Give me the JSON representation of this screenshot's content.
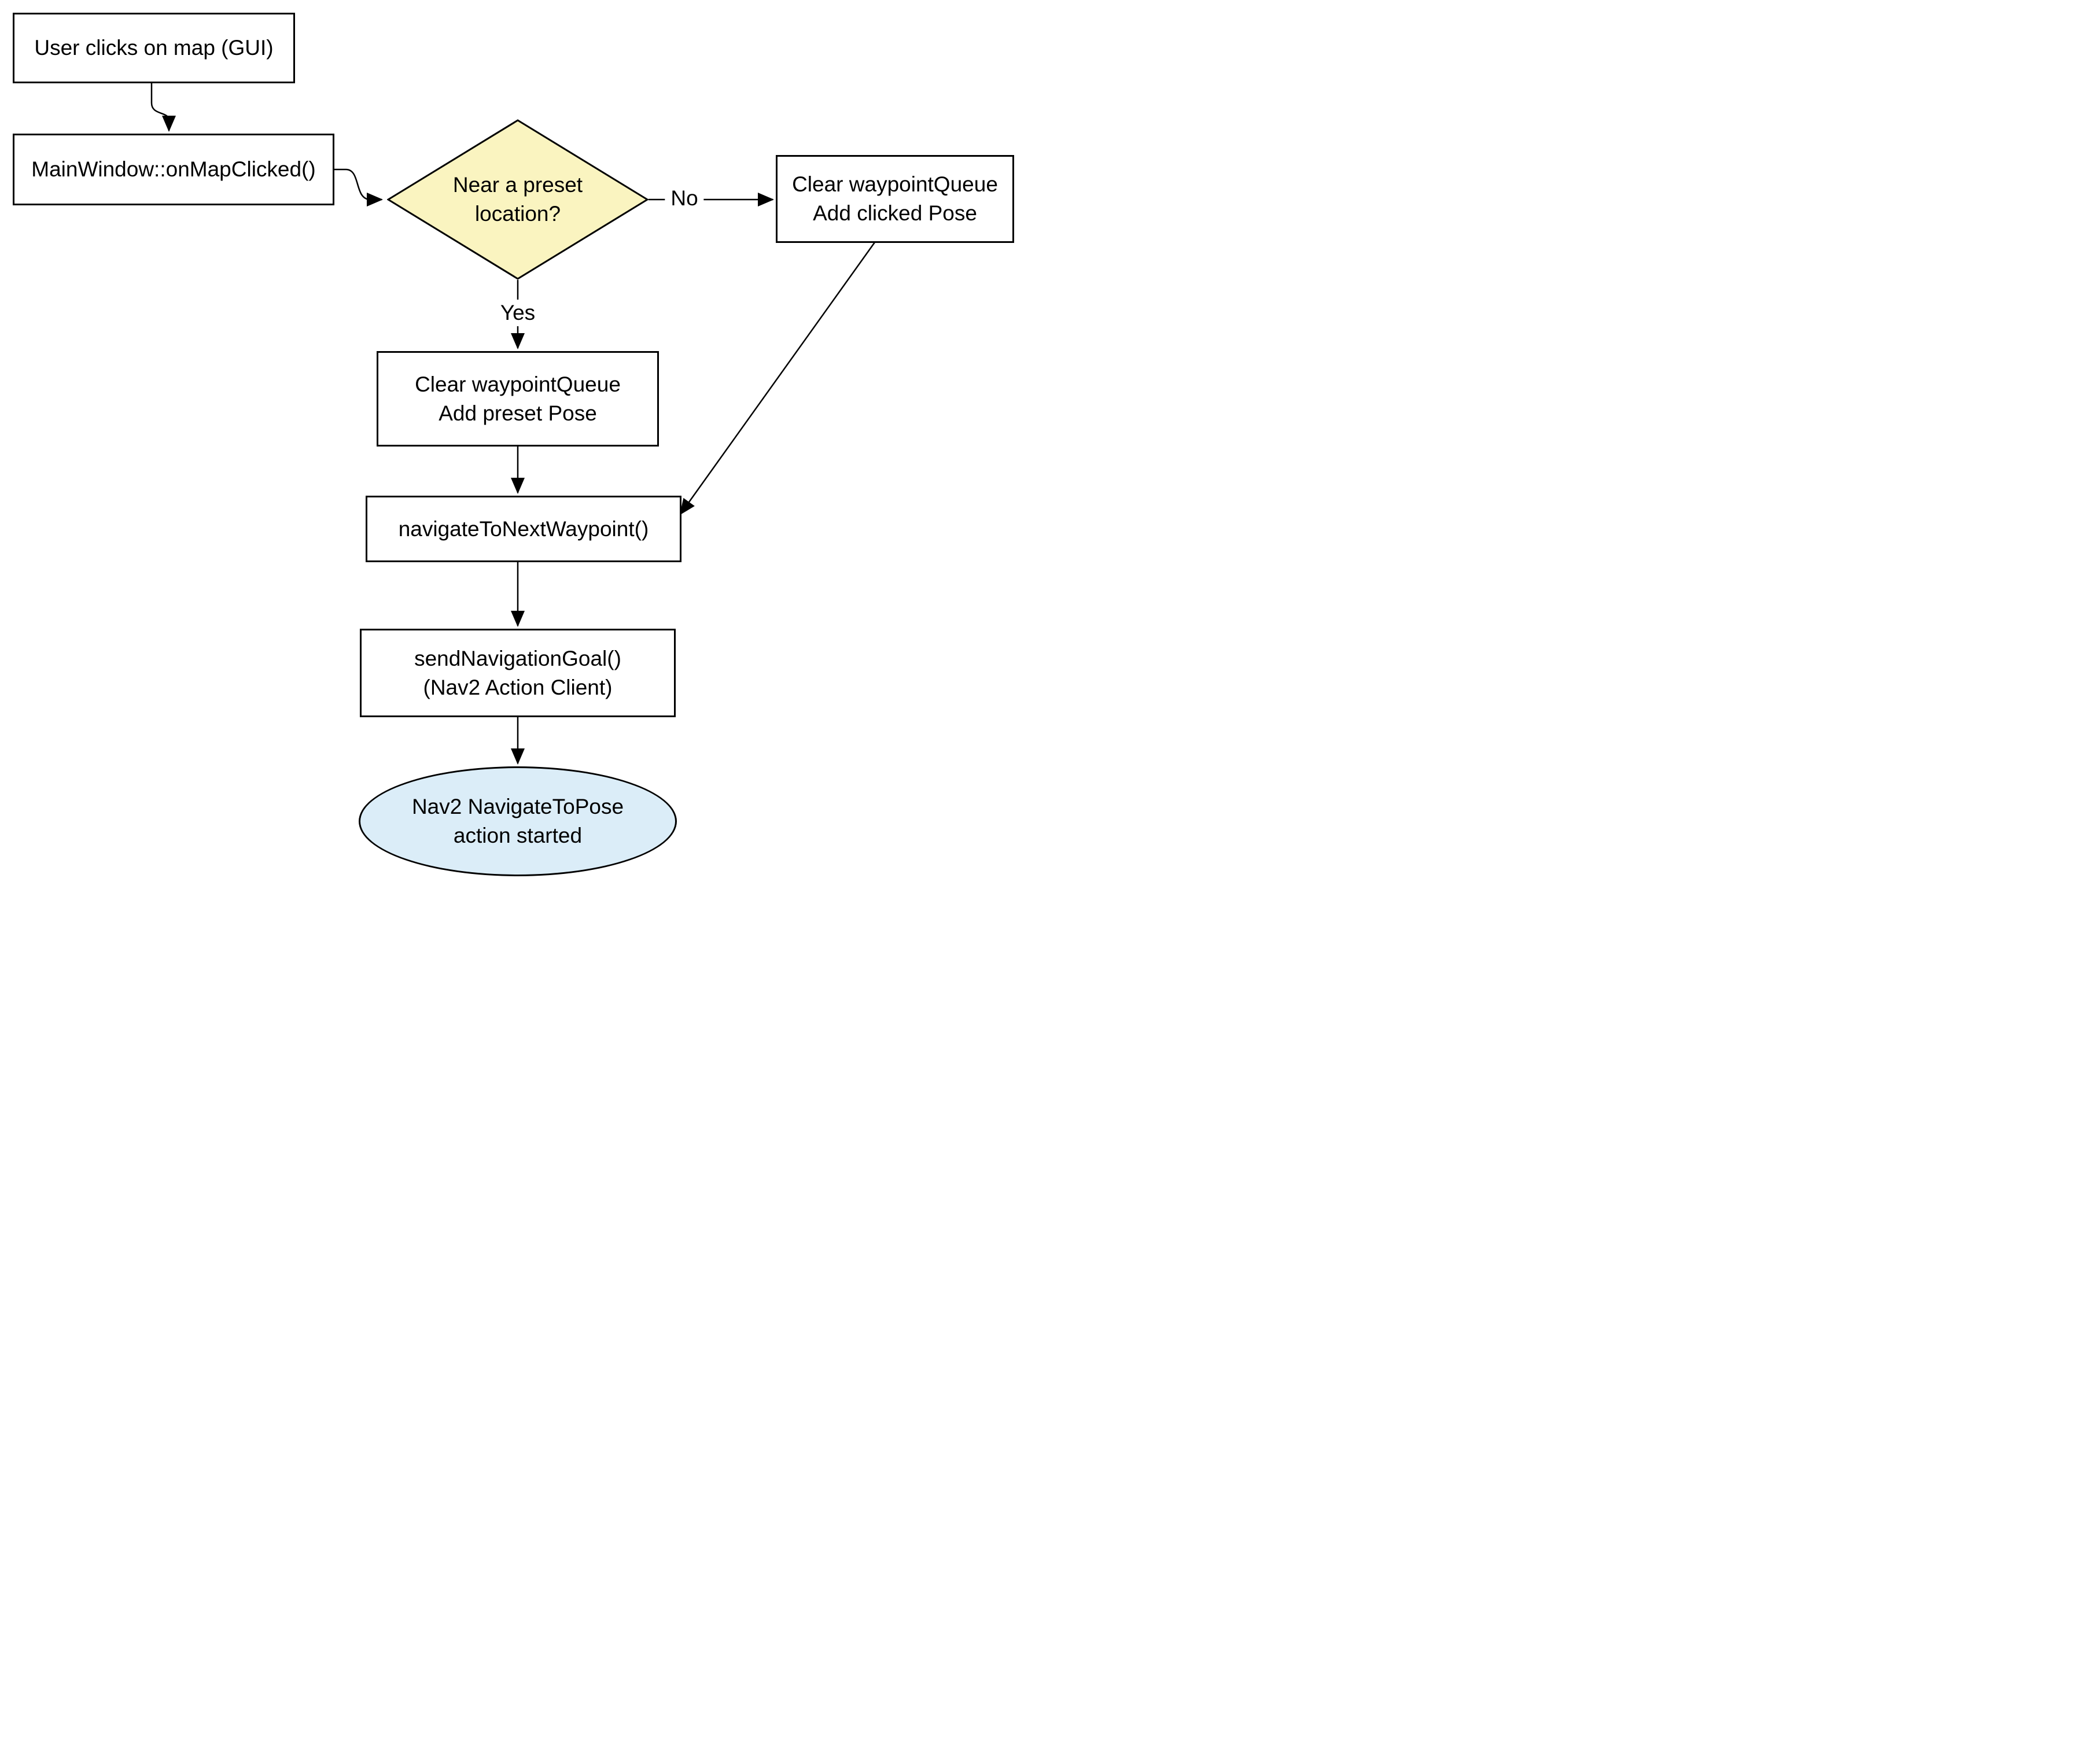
{
  "diagram": {
    "type": "flowchart",
    "colors": {
      "background": "#FFFFFF",
      "stroke": "#000000",
      "text": "#000000",
      "process_fill": "#FFFFFF",
      "decision_fill": "#FAF4C0",
      "terminal_fill": "#DBEDF8"
    },
    "nodes": {
      "start": {
        "shape": "rectangle",
        "lines": [
          "User clicks on map (GUI)"
        ]
      },
      "on_map_clicked": {
        "shape": "rectangle",
        "lines": [
          "MainWindow::onMapClicked()"
        ]
      },
      "near_preset_decision": {
        "shape": "diamond",
        "lines": [
          "Near a preset",
          "location?"
        ]
      },
      "clear_add_clicked": {
        "shape": "rectangle",
        "lines": [
          "Clear waypointQueue",
          "Add clicked Pose"
        ]
      },
      "clear_add_preset": {
        "shape": "rectangle",
        "lines": [
          "Clear waypointQueue",
          "Add preset Pose"
        ]
      },
      "navigate_next": {
        "shape": "rectangle",
        "lines": [
          "navigateToNextWaypoint()"
        ]
      },
      "send_goal": {
        "shape": "rectangle",
        "lines": [
          "sendNavigationGoal()",
          "(Nav2 Action Client)"
        ]
      },
      "action_started": {
        "shape": "ellipse",
        "lines": [
          "Nav2 NavigateToPose",
          "action started"
        ]
      }
    },
    "edge_labels": {
      "no": "No",
      "yes": "Yes"
    },
    "edges": [
      {
        "from": "start",
        "to": "on_map_clicked",
        "label": ""
      },
      {
        "from": "on_map_clicked",
        "to": "near_preset_decision",
        "label": ""
      },
      {
        "from": "near_preset_decision",
        "to": "clear_add_clicked",
        "label": "No"
      },
      {
        "from": "near_preset_decision",
        "to": "clear_add_preset",
        "label": "Yes"
      },
      {
        "from": "clear_add_clicked",
        "to": "navigate_next",
        "label": ""
      },
      {
        "from": "clear_add_preset",
        "to": "navigate_next",
        "label": ""
      },
      {
        "from": "navigate_next",
        "to": "send_goal",
        "label": ""
      },
      {
        "from": "send_goal",
        "to": "action_started",
        "label": ""
      }
    ]
  }
}
